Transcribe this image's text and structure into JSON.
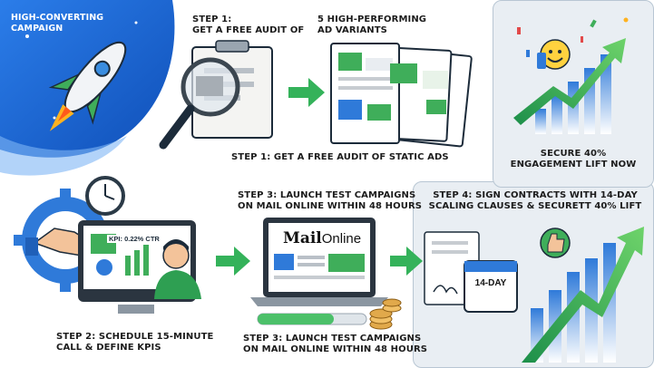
{
  "hero": {
    "line1": "HIGH-CONVERTING",
    "line2": "CAMPAIGN"
  },
  "step1_top": {
    "line1": "STEP 1:",
    "line2": "GET A FREE AUDIT OF"
  },
  "variants": {
    "line1": "5 HIGH-PERFORMING",
    "line2": "AD VARIANTS"
  },
  "step1_bottom": "STEP 1: GET A FREE AUDIT OF STATIC ADS",
  "engagement": {
    "line1": "SECURE 40%",
    "line2": "ENGAGEMENT LIFT NOW"
  },
  "step3_top": {
    "line1": "STEP 3: LAUNCH TEST CAMPAIGNS",
    "line2": "ON MAIL ONLINE WITHIN 48 HOURS"
  },
  "step4": {
    "line1": "STEP 4: SIGN CONTRACTS WITH 14-DAY",
    "line2": "SCALING CLAUSES & SECURETT 40% LIFT"
  },
  "step2": {
    "line1": "STEP 2: SCHEDULE 15-MINUTE",
    "line2": "CALL & DEFINE KPIs"
  },
  "step3_bottom": {
    "line1": "STEP 3: LAUNCH TEST CAMPAIGNS",
    "line2": "ON MAIL ONLINE WITHIN 48 HOURS"
  },
  "kpi_label": "KPI: 0.22% CTR",
  "mail_logo": {
    "bold": "Mail",
    "light": "Online"
  },
  "calendar_label": "14-DAY",
  "colors": {
    "blue": "#1f6fd6",
    "green": "#2fb55a",
    "panel": "#e9eef3"
  },
  "icons": [
    "rocket-icon",
    "magnifier-icon",
    "clipboard-icon",
    "clock-icon",
    "gear-icon",
    "handshake-icon",
    "thumbs-up-icon",
    "calendar-icon",
    "coins-icon",
    "growth-arrow-icon"
  ]
}
